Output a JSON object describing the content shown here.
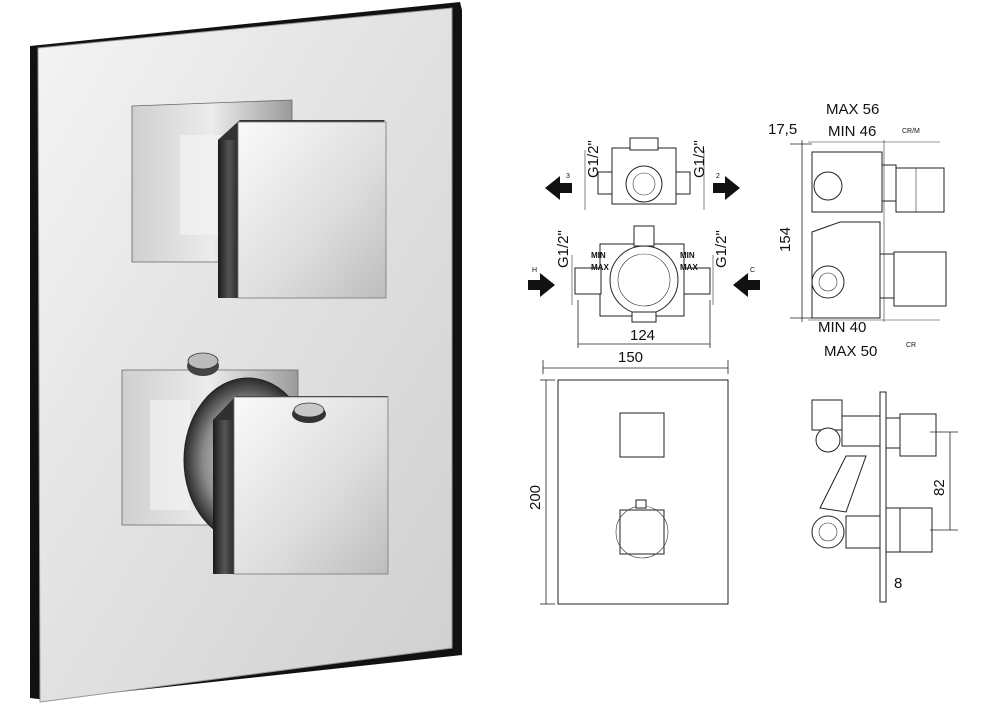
{
  "product": {
    "name_icon": "square-thermostatic-shower-mixer-icon"
  },
  "front_view": {
    "connection_top_left": "G1/2\"",
    "connection_top_right": "G1/2\"",
    "connection_bottom_left": "G1/2\"",
    "connection_bottom_right": "G1/2\"",
    "outlet_left_number": "3",
    "outlet_right_number": "2",
    "inlet_left_letter": "H",
    "inlet_right_letter": "C",
    "min_left": "MIN",
    "max_left": "MAX",
    "min_right": "MIN",
    "max_right": "MAX",
    "width_dim": "124"
  },
  "side_view": {
    "depth_max_top": "MAX 56",
    "depth_min_top": "MIN 46",
    "finish_top": "CR/M",
    "offset_dim": "17,5",
    "height_dim": "154",
    "depth_min_bottom": "MIN 40",
    "depth_max_bottom": "MAX 50",
    "finish_bottom": "CR"
  },
  "plate_view": {
    "width_dim": "150",
    "height_dim": "200"
  },
  "profile_view": {
    "spacing_dim": "82",
    "thickness_dim": "8"
  }
}
